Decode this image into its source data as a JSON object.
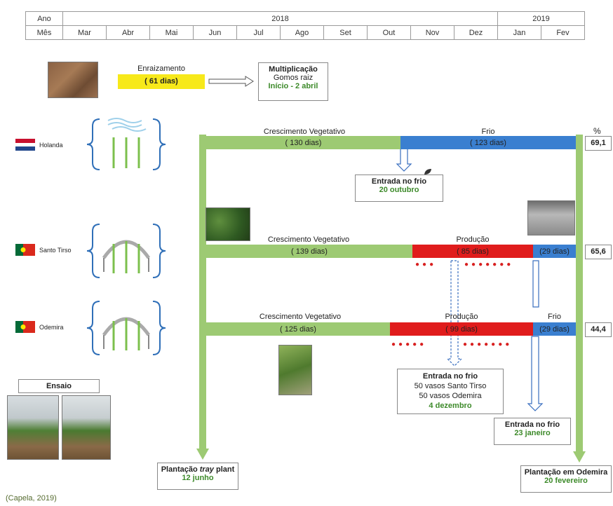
{
  "timeline": {
    "row_year_label": "Ano",
    "row_month_label": "Mês",
    "years": [
      "2018",
      "2019"
    ],
    "months": [
      "Mar",
      "Abr",
      "Mai",
      "Jun",
      "Jul",
      "Ago",
      "Set",
      "Out",
      "Nov",
      "Dez",
      "Jan",
      "Fev"
    ]
  },
  "rooting": {
    "label": "Enraizamento",
    "duration": "( 61 dias)"
  },
  "multiplication": {
    "title": "Multiplicação",
    "line2": "Gomos raiz",
    "start": "Início - 2 abril"
  },
  "percent_header": "%",
  "holanda": {
    "site": "Holanda",
    "veg_label": "Crescimento Vegetativo",
    "veg_days": "( 130 dias)",
    "cold_label": "Frio",
    "cold_days": "( 123 dias)",
    "pct": "69,1",
    "cold_entry_title": "Entrada no frio",
    "cold_entry_date": "20 outubro"
  },
  "santo_tirso": {
    "site": "Santo Tirso",
    "veg_label": "Crescimento Vegetativo",
    "veg_days": "( 139 dias)",
    "prod_label": "Produção",
    "prod_days": "( 85 dias)",
    "cold_days": "(29 dias)",
    "pct": "65,6"
  },
  "odemira": {
    "site": "Odemira",
    "veg_label": "Crescimento Vegetativo",
    "veg_days": "( 125 dias)",
    "prod_label": "Produção",
    "prod_days": "( 99 dias)",
    "cold_label": "Frio",
    "cold_days": "(29 dias)",
    "pct": "44,4"
  },
  "cold_entry_dec": {
    "title": "Entrada no frio",
    "line1": "50 vasos Santo Tirso",
    "line2": "50 vasos Odemira",
    "date": "4 dezembro"
  },
  "cold_entry_jan": {
    "title": "Entrada no frio",
    "date": "23 janeiro"
  },
  "trial_label": "Ensaio",
  "planting_tray": {
    "prefix": "Plantação ",
    "italic": "tray",
    "suffix": " plant",
    "date": "12 junho"
  },
  "planting_odemira": {
    "title": "Plantação em Odemira",
    "date": "20 fevereiro"
  },
  "citation": "(Capela, 2019)",
  "colors": {
    "green": "#9dca73",
    "blue": "#3a7fd0",
    "red": "#e01c1c",
    "yellow": "#f7e91a",
    "text_green": "#3d8a2a"
  }
}
